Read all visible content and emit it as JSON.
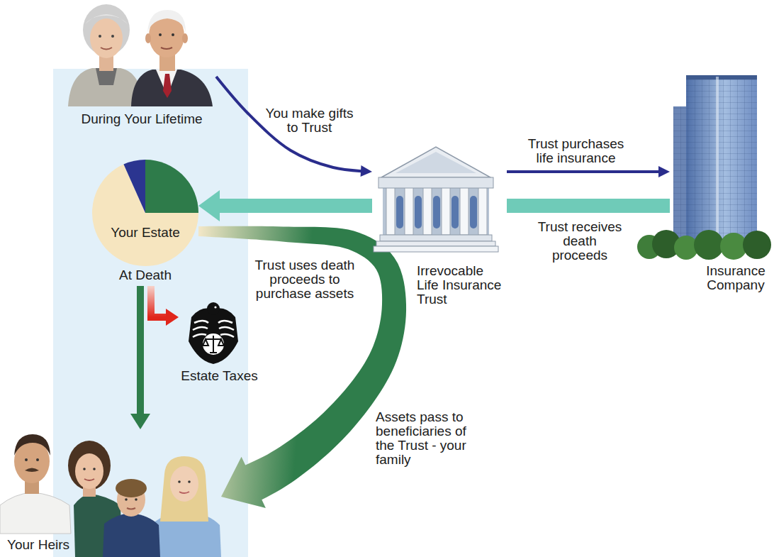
{
  "diagram": {
    "nodes": [
      {
        "text": [
          "During Your Lifetime"
        ]
      },
      {
        "text": [
          "Your Estate",
          "At Death"
        ]
      },
      {
        "text": [
          "Irrevocable Life Insurance Trust"
        ]
      },
      {
        "text": [
          "Insurance Company"
        ]
      },
      {
        "text": [
          "Estate Taxes"
        ]
      },
      {
        "text": [
          "Your Heirs"
        ]
      }
    ],
    "edges": [
      {
        "from": 0,
        "to": 2,
        "label": "You make gifts to Trust",
        "arrow": "to"
      },
      {
        "from": 2,
        "to": 3,
        "label": "Trust purchases life insurance",
        "arrow": "to"
      },
      {
        "from": 3,
        "to": 2,
        "label": "Trust receives death proceeds",
        "arrow": "none"
      },
      {
        "from": 2,
        "to": 1,
        "label": "Trust uses death proceeds to purchase assets",
        "arrow": "to"
      },
      {
        "from": 1,
        "to": 4,
        "arrow": "to"
      },
      {
        "from": 1,
        "to": 5,
        "arrow": "to"
      },
      {
        "from": 1,
        "to": 5,
        "label": "Assets pass to beneficiaries of the Trust - your family",
        "arrow": "to"
      }
    ]
  }
}
